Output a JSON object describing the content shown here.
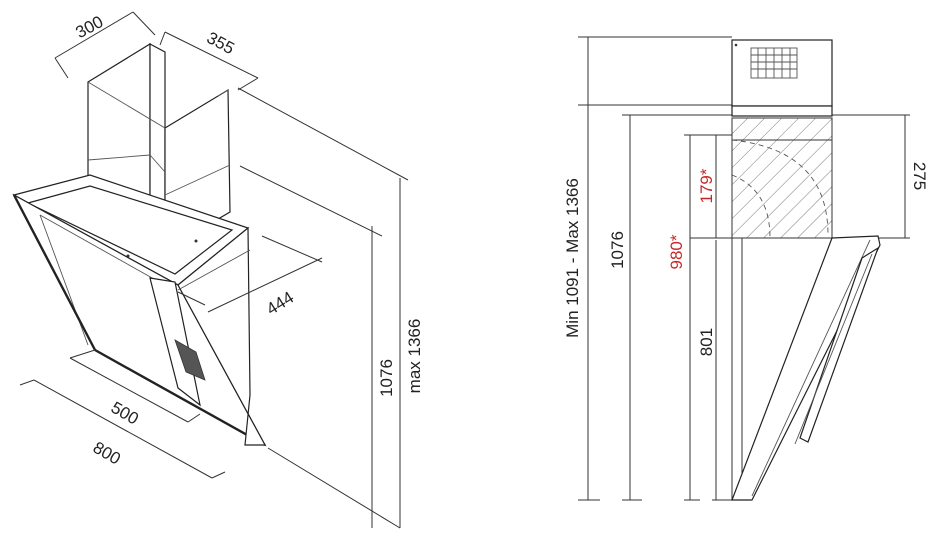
{
  "labels": {
    "iso_depth_top": "300",
    "iso_width_top": "355",
    "iso_offset": "444",
    "iso_width_inner": "500",
    "iso_width_outer": "800",
    "iso_height": "1076",
    "iso_height_max": "max 1366",
    "side_total_range": "Min 1091 - Max 1366",
    "side_height": "1076",
    "side_red_980": "980*",
    "side_red_179": "179*",
    "side_801": "801",
    "side_275": "275"
  },
  "colors": {
    "line": "#333333",
    "accent_red": "#c62828",
    "hatch": "#777777"
  }
}
